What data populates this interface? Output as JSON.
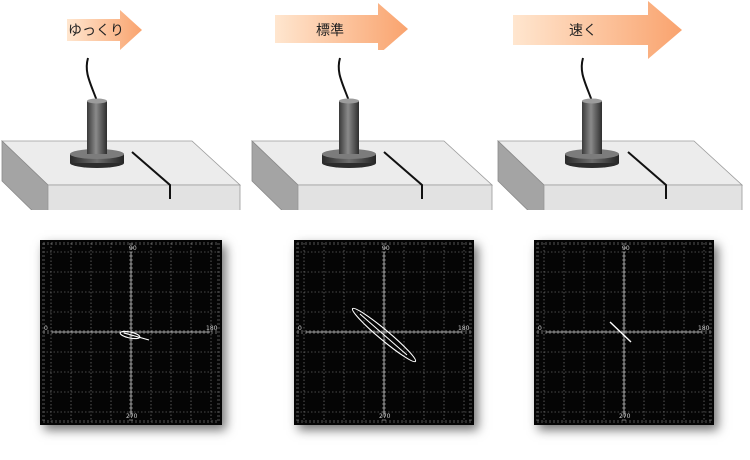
{
  "panels": [
    {
      "arrow_label": "ゆっくり"
    },
    {
      "arrow_label": "標準"
    },
    {
      "arrow_label": "速く"
    }
  ],
  "scope": {
    "label_top": "90",
    "label_left": "0",
    "label_right": "180",
    "label_bottom": "270"
  },
  "colors": {
    "arrow_start": "#ffe6cf",
    "arrow_end": "#f9a36e",
    "block_top": "#ececec",
    "block_front": "#e2e2e2",
    "block_side": "#a4a4a4",
    "scope_bg": "#050505",
    "trace": "#ffffff"
  }
}
